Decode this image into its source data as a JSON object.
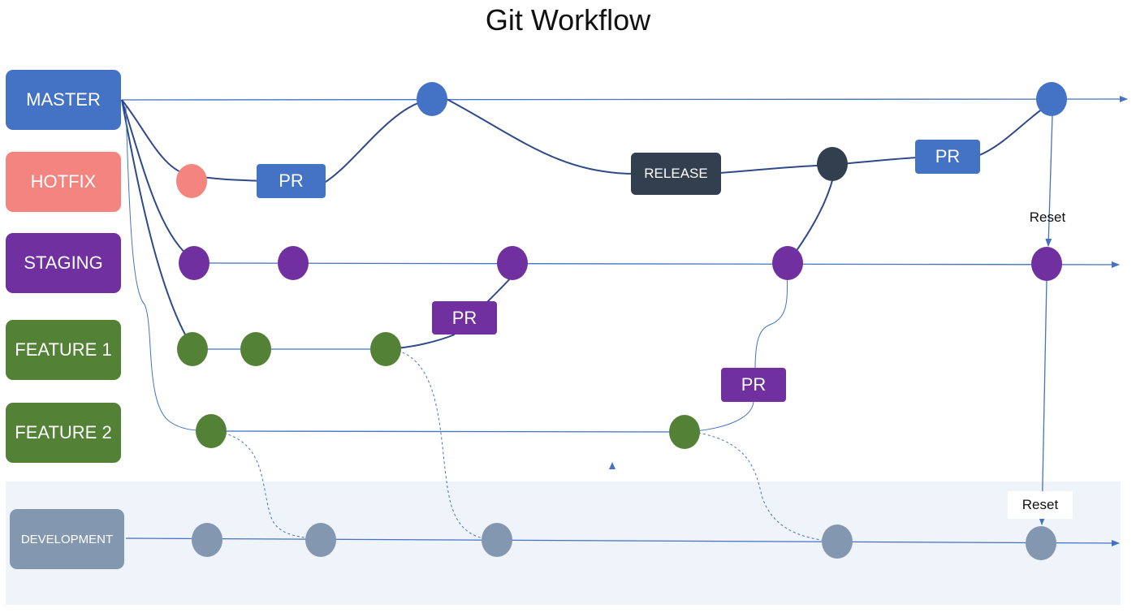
{
  "title": "Git Workflow",
  "lanes": {
    "master": "MASTER",
    "hotfix": "HOTFIX",
    "staging": "STAGING",
    "feature1": "FEATURE 1",
    "feature2": "FEATURE 2",
    "development": "DEVELOPMENT"
  },
  "labels": {
    "pr_hotfix": "PR",
    "pr_release": "PR",
    "pr_feature1": "PR",
    "pr_feature2": "PR",
    "release": "RELEASE",
    "reset_staging": "Reset",
    "reset_development": "Reset"
  },
  "colors": {
    "master": "#4472c4",
    "hotfix": "#f4847f",
    "staging": "#7030a0",
    "feature": "#538135",
    "development": "#8497b0",
    "release": "#323f4f",
    "line": "#4472c4",
    "dark_line": "#2f4a8a"
  }
}
